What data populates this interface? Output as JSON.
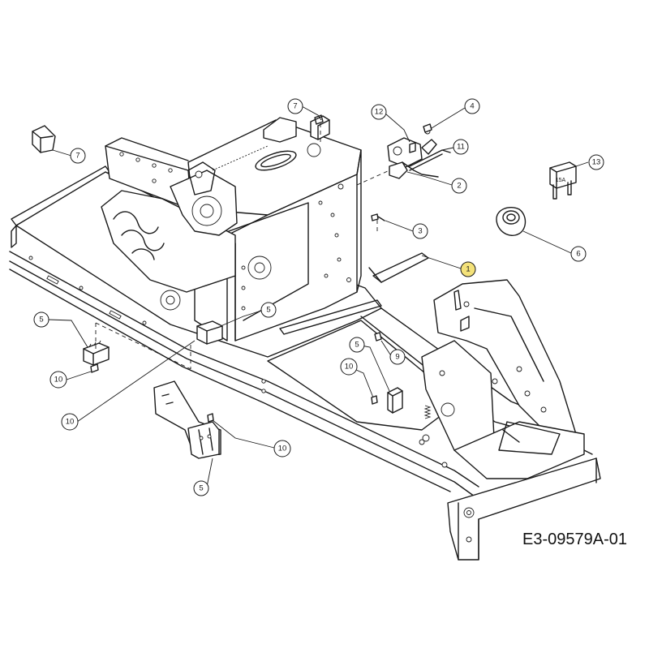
{
  "drawing_code": "E3-09579A-01",
  "callouts": [
    {
      "id": "c7a",
      "label": "7"
    },
    {
      "id": "c7b",
      "label": "7"
    },
    {
      "id": "c12",
      "label": "12"
    },
    {
      "id": "c4",
      "label": "4"
    },
    {
      "id": "c11",
      "label": "11"
    },
    {
      "id": "c2",
      "label": "2"
    },
    {
      "id": "c13",
      "label": "13"
    },
    {
      "id": "c3",
      "label": "3"
    },
    {
      "id": "c6",
      "label": "6"
    },
    {
      "id": "c1",
      "label": "1"
    },
    {
      "id": "c5a",
      "label": "5"
    },
    {
      "id": "c5b",
      "label": "5"
    },
    {
      "id": "c5c",
      "label": "5"
    },
    {
      "id": "c5d",
      "label": "5"
    },
    {
      "id": "c9",
      "label": "9"
    },
    {
      "id": "c10a",
      "label": "10"
    },
    {
      "id": "c10b",
      "label": "10"
    },
    {
      "id": "c10c",
      "label": "10"
    },
    {
      "id": "c10d",
      "label": "10"
    }
  ],
  "fuse_label": "15A",
  "colors": {
    "line": "#1a1a1a",
    "highlight": "#f4e27a",
    "background": "#ffffff"
  }
}
